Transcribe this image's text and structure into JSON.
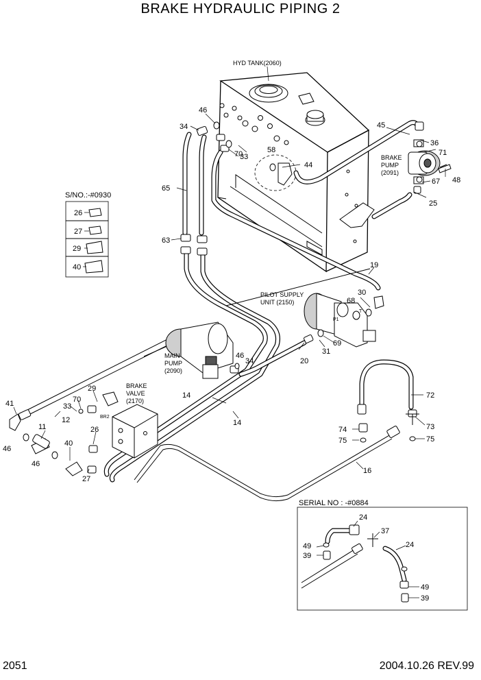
{
  "title": "BRAKE HYDRAULIC PIPING 2",
  "page_number": "2051",
  "date_rev": "2004.10.26   REV.99",
  "labels": {
    "hyd_tank": "HYD TANK(2060)",
    "brake_pump_1": "BRAKE",
    "brake_pump_2": "PUMP",
    "brake_pump_3": "(2091)",
    "pilot_supply_1": "PILOT SUPPLY",
    "pilot_supply_2": "UNIT (2150)",
    "main_pump_1": "MAIN",
    "main_pump_2": "PUMP",
    "main_pump_3": "(2090)",
    "brake_valve_1": "BRAKE",
    "brake_valve_2": "VALVE",
    "brake_valve_3": "(2170)",
    "br2": "BR2",
    "p1": "P1",
    "t": "T"
  },
  "sno_box": {
    "title": "S/NO.:-#0930",
    "items": [
      "26",
      "27",
      "29",
      "40"
    ]
  },
  "serial_box": {
    "title": "SERIAL NO : -#0884",
    "callouts": [
      "24",
      "37",
      "49",
      "39",
      "24",
      "49",
      "39"
    ]
  },
  "callouts": [
    "46",
    "34",
    "70",
    "33",
    "58",
    "44",
    "45",
    "36",
    "71",
    "48",
    "67",
    "25",
    "65",
    "63",
    "19",
    "30",
    "68",
    "69",
    "31",
    "20",
    "46",
    "34",
    "14",
    "14",
    "41",
    "12",
    "33",
    "70",
    "29",
    "11",
    "46",
    "46",
    "40",
    "26",
    "27",
    "72",
    "73",
    "74",
    "75",
    "75",
    "16"
  ]
}
